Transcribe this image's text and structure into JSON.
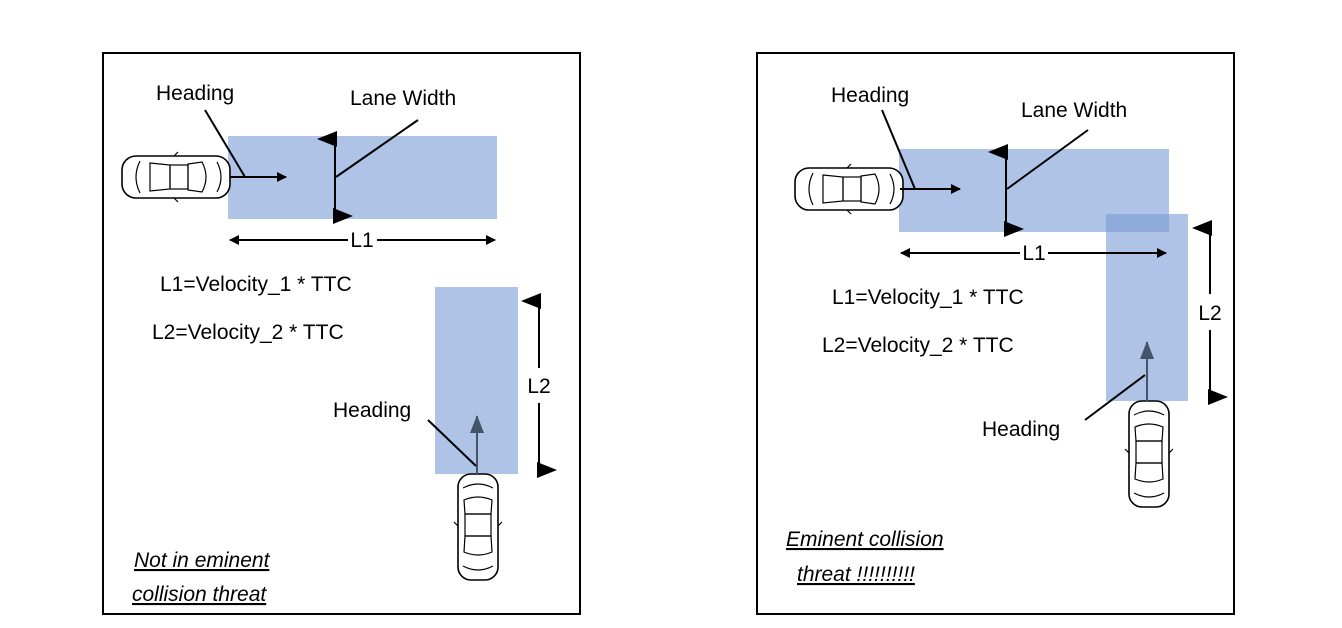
{
  "panels": [
    {
      "heading_top": "Heading",
      "lane_width": "Lane Width",
      "l1": "L1",
      "l2": "L2",
      "formula_1": "L1=Velocity_1 * TTC",
      "formula_2": "L2=Velocity_2 * TTC",
      "heading_bottom": "Heading",
      "caption_line_1": "Not in eminent",
      "caption_line_2": "collision threat"
    },
    {
      "heading_top": "Heading",
      "lane_width": "Lane Width",
      "l1": "L1",
      "l2": "L2",
      "formula_1": "L1=Velocity_1 * TTC",
      "formula_2": "L2=Velocity_2 * TTC",
      "heading_bottom": "Heading",
      "caption_line_1": "Eminent collision",
      "caption_line_2": "threat !!!!!!!!!!"
    }
  ],
  "colors": {
    "zone": "#aec3e6",
    "zone_overlap": "#8eabdc",
    "heading_arrow_vertical": "#44546a"
  }
}
